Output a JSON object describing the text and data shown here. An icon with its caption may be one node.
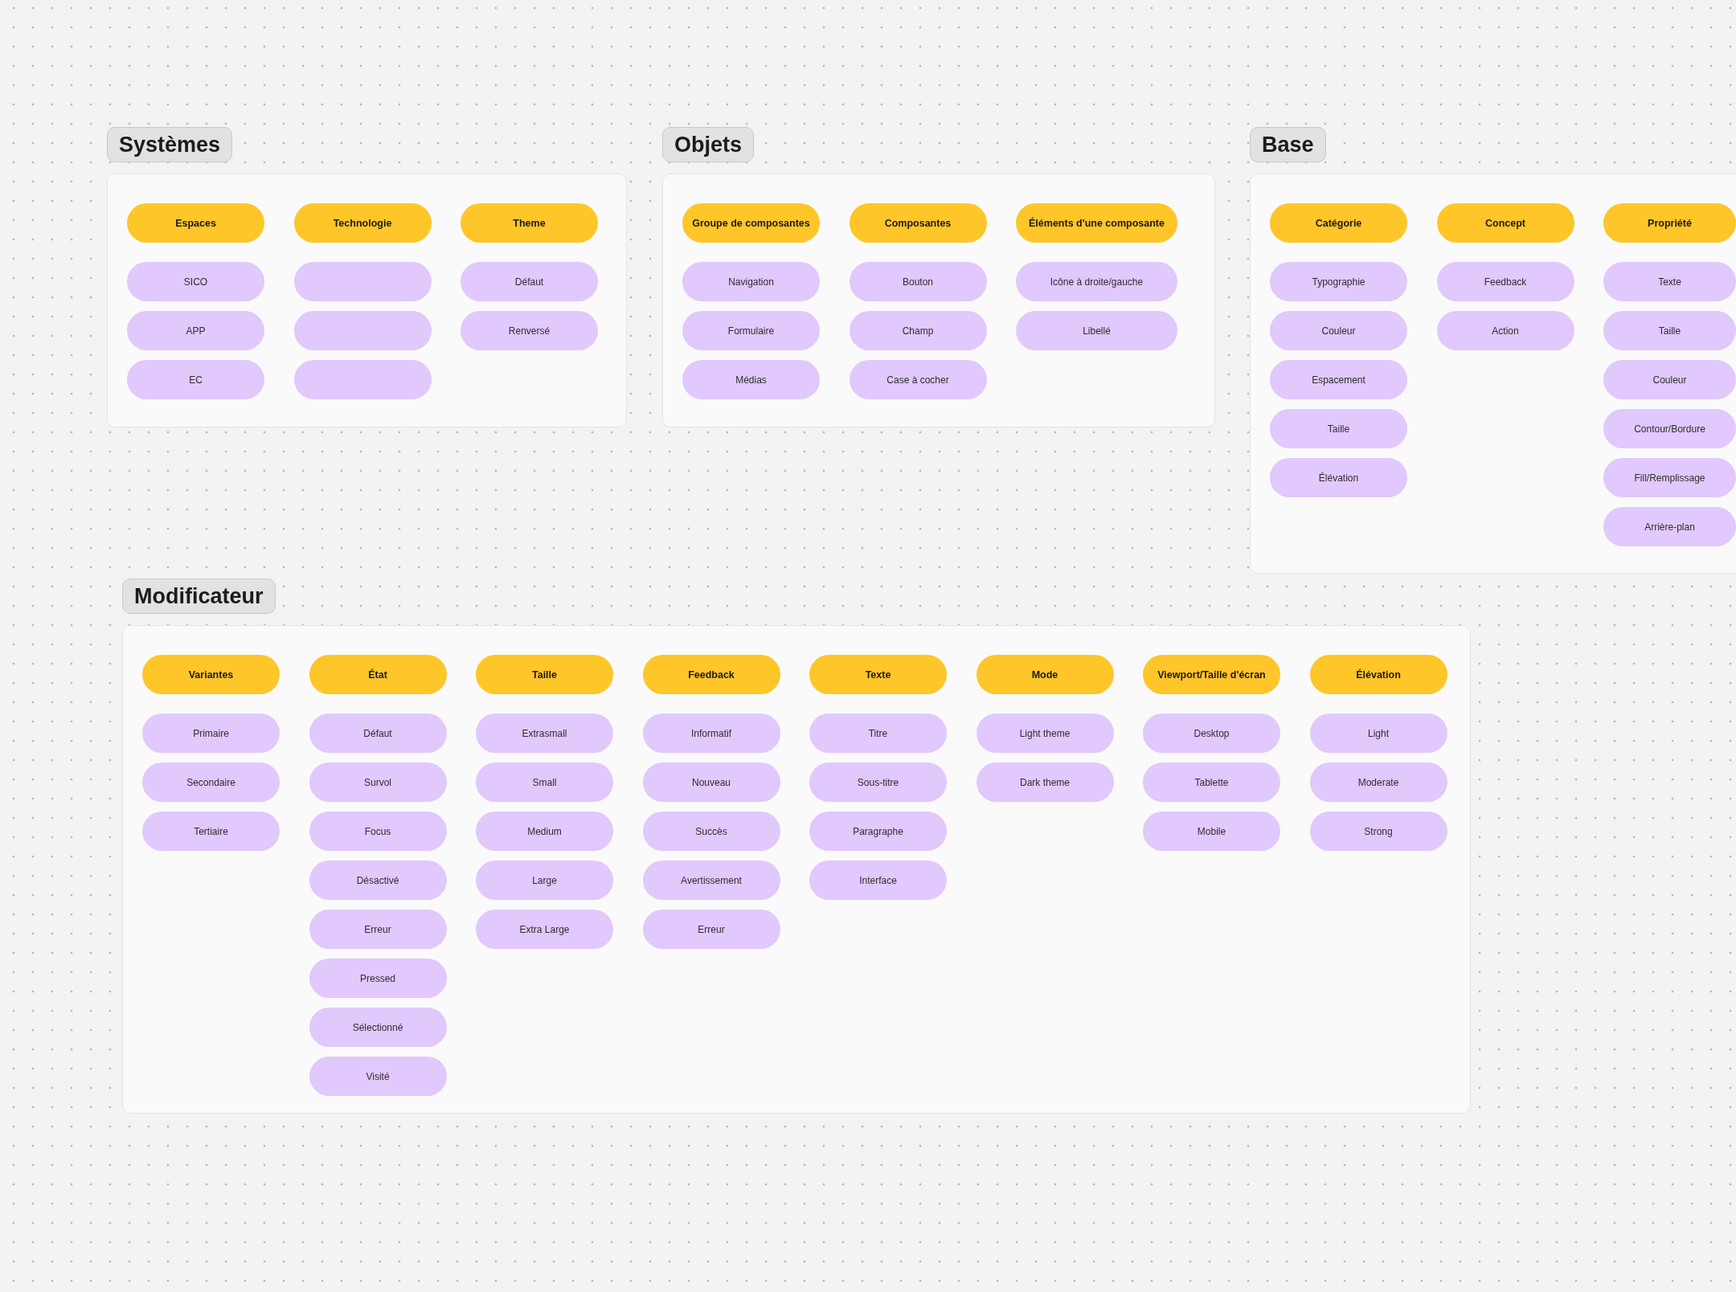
{
  "diagram": {
    "nodes": [
      {
        "text": [
          "Systèmes"
        ]
      },
      {
        "text": [
          "Espaces"
        ],
        "in": 0
      },
      {
        "text": [
          "SICO"
        ],
        "in": 0
      },
      {
        "text": [
          "APP"
        ],
        "in": 0
      },
      {
        "text": [
          "EC"
        ],
        "in": 0
      },
      {
        "text": [
          "Technologie"
        ],
        "in": 0
      },
      {
        "text": [],
        "shape": "box",
        "in": 0
      },
      {
        "text": [],
        "shape": "box",
        "in": 0
      },
      {
        "text": [],
        "shape": "box",
        "in": 0
      },
      {
        "text": [
          "Theme"
        ],
        "in": 0
      },
      {
        "text": [
          "Défaut"
        ],
        "in": 0
      },
      {
        "text": [
          "Renversé"
        ],
        "in": 0
      },
      {
        "text": [
          "Objets"
        ]
      },
      {
        "text": [
          "Groupe de composantes"
        ],
        "in": 12
      },
      {
        "text": [
          "Navigation"
        ],
        "in": 12
      },
      {
        "text": [
          "Formulaire"
        ],
        "in": 12
      },
      {
        "text": [
          "Médias"
        ],
        "in": 12
      },
      {
        "text": [
          "Composantes"
        ],
        "in": 12
      },
      {
        "text": [
          "Bouton"
        ],
        "in": 12
      },
      {
        "text": [
          "Champ"
        ],
        "in": 12
      },
      {
        "text": [
          "Case à cocher"
        ],
        "in": 12
      },
      {
        "text": [
          "Éléments d'une composante"
        ],
        "in": 12
      },
      {
        "text": [
          "Icône à droite/gauche"
        ],
        "in": 12
      },
      {
        "text": [
          "Libellé"
        ],
        "in": 12
      },
      {
        "text": [
          "Base"
        ]
      },
      {
        "text": [
          "Catégorie"
        ],
        "in": 24
      },
      {
        "text": [
          "Typographie"
        ],
        "in": 24
      },
      {
        "text": [
          "Couleur"
        ],
        "in": 24
      },
      {
        "text": [
          "Espacement"
        ],
        "in": 24
      },
      {
        "text": [
          "Taille"
        ],
        "in": 24
      },
      {
        "text": [
          "Élévation"
        ],
        "in": 24
      },
      {
        "text": [
          "Concept"
        ],
        "in": 24
      },
      {
        "text": [
          "Feedback"
        ],
        "in": 24
      },
      {
        "text": [
          "Action"
        ],
        "in": 24
      },
      {
        "text": [
          "Propriété"
        ],
        "in": 24
      },
      {
        "text": [
          "Texte"
        ],
        "in": 24
      },
      {
        "text": [
          "Taille"
        ],
        "in": 24
      },
      {
        "text": [
          "Couleur"
        ],
        "in": 24
      },
      {
        "text": [
          "Contour/Bordure"
        ],
        "in": 24
      },
      {
        "text": [
          "Fill/Remplissage"
        ],
        "in": 24
      },
      {
        "text": [
          "Arrière-plan"
        ],
        "in": 24
      },
      {
        "text": [
          "Modificateur"
        ]
      },
      {
        "text": [
          "Variantes"
        ],
        "in": 41
      },
      {
        "text": [
          "Primaire"
        ],
        "in": 41
      },
      {
        "text": [
          "Secondaire"
        ],
        "in": 41
      },
      {
        "text": [
          "Tertiaire"
        ],
        "in": 41
      },
      {
        "text": [
          "État"
        ],
        "in": 41
      },
      {
        "text": [
          "Défaut"
        ],
        "in": 41
      },
      {
        "text": [
          "Survol"
        ],
        "in": 41
      },
      {
        "text": [
          "Focus"
        ],
        "in": 41
      },
      {
        "text": [
          "Désactivé"
        ],
        "in": 41
      },
      {
        "text": [
          "Erreur"
        ],
        "in": 41
      },
      {
        "text": [
          "Pressed"
        ],
        "in": 41
      },
      {
        "text": [
          "Sélectionné"
        ],
        "in": 41
      },
      {
        "text": [
          "Visité"
        ],
        "in": 41
      },
      {
        "text": [
          "Taille"
        ],
        "in": 41
      },
      {
        "text": [
          "Extrasmall"
        ],
        "in": 41
      },
      {
        "text": [
          "Small"
        ],
        "in": 41
      },
      {
        "text": [
          "Medium"
        ],
        "in": 41
      },
      {
        "text": [
          "Large"
        ],
        "in": 41
      },
      {
        "text": [
          "Extra Large"
        ],
        "in": 41
      },
      {
        "text": [
          "Feedback"
        ],
        "in": 41
      },
      {
        "text": [
          "Informatif"
        ],
        "in": 41
      },
      {
        "text": [
          "Nouveau"
        ],
        "in": 41
      },
      {
        "text": [
          "Succès"
        ],
        "in": 41
      },
      {
        "text": [
          "Avertissement"
        ],
        "in": 41
      },
      {
        "text": [
          "Erreur"
        ],
        "in": 41
      },
      {
        "text": [
          "Texte"
        ],
        "in": 41
      },
      {
        "text": [
          "Titre"
        ],
        "in": 41
      },
      {
        "text": [
          "Sous-titre"
        ],
        "in": 41
      },
      {
        "text": [
          "Paragraphe"
        ],
        "in": 41
      },
      {
        "text": [
          "Interface"
        ],
        "in": 41
      },
      {
        "text": [
          "Mode"
        ],
        "in": 41
      },
      {
        "text": [
          "Light theme"
        ],
        "in": 41
      },
      {
        "text": [
          "Dark theme"
        ],
        "in": 41
      },
      {
        "text": [
          "Viewport/Taille d'écran"
        ],
        "in": 41
      },
      {
        "text": [
          "Desktop"
        ],
        "in": 41
      },
      {
        "text": [
          "Tablette"
        ],
        "in": 41
      },
      {
        "text": [
          "Mobile"
        ],
        "in": 41
      },
      {
        "text": [
          "Élévation"
        ],
        "in": 41
      },
      {
        "text": [
          "Light"
        ],
        "in": 41
      },
      {
        "text": [
          "Moderate"
        ],
        "in": 41
      },
      {
        "text": [
          "Strong"
        ],
        "in": 41
      }
    ]
  }
}
